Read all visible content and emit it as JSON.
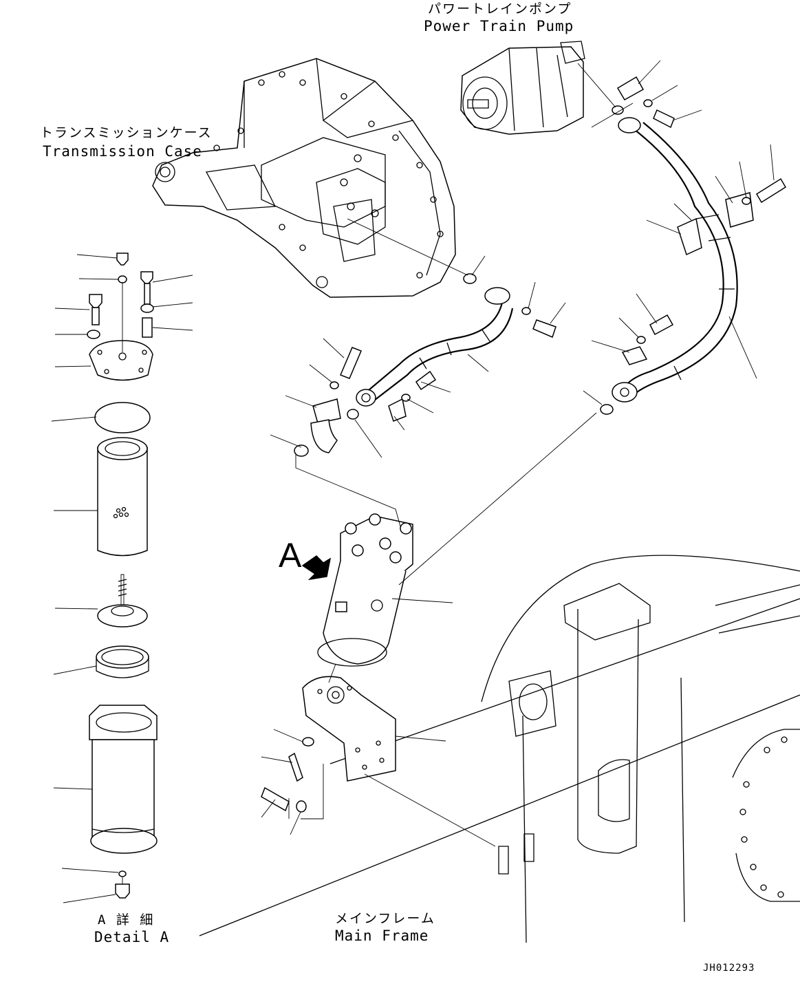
{
  "labels": {
    "power_train_pump_jp": "パワートレインポンプ",
    "power_train_pump_en": "Power Train Pump",
    "transmission_case_jp": "トランスミッションケース",
    "transmission_case_en": "Transmission Case",
    "detail_a_jp": "A 詳 細",
    "detail_a_en": "Detail A",
    "main_frame_jp": "メインフレーム",
    "main_frame_en": "Main Frame",
    "view_marker": "A",
    "drawing_number": "JH012293"
  }
}
